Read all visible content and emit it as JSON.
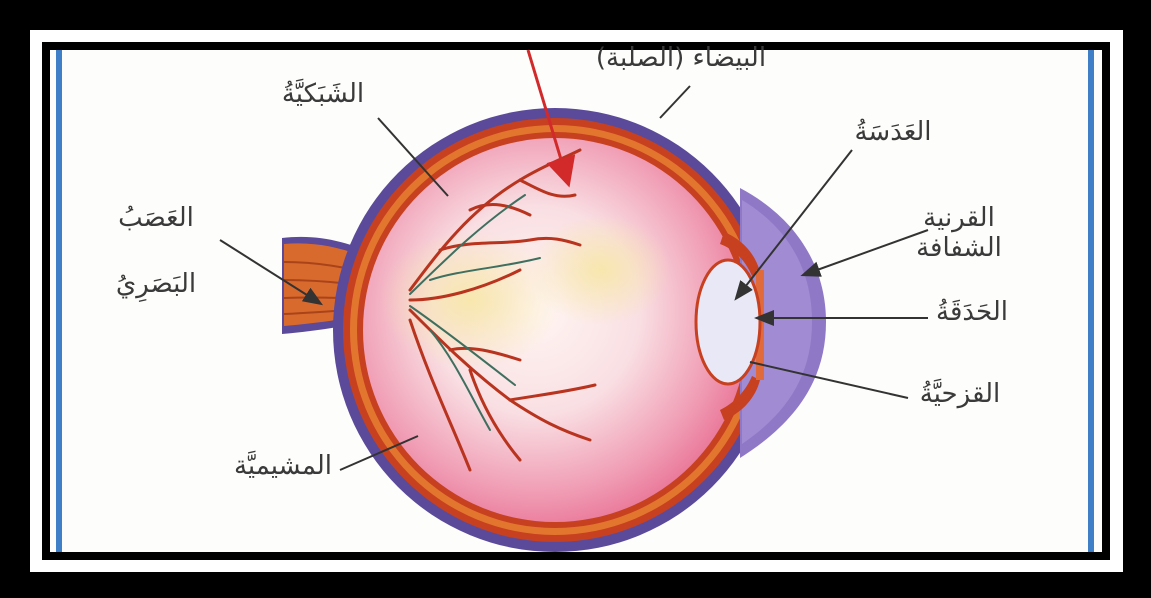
{
  "colors": {
    "frame_black": "#000000",
    "frame_white": "#ffffff",
    "blue_border": "#3f7fc8",
    "choroid_purple": "#5b4a9a",
    "retina_red": "#c7401f",
    "interior_pink": "#f2a3b8",
    "interior_yellow": "#f7e9b5",
    "cornea_violet": "#8f79c7",
    "lens_white": "#e9e8f6",
    "label_text": "#3a3a3a",
    "arrow_red": "#d22a2a"
  },
  "labels": {
    "sclera": "البيضاء (الصلبة)",
    "retina": "الشَبَكيَّةُ",
    "lens": "العَدَسَةُ",
    "cornea": "القرنية الشفافة",
    "optic_nerve_line1": "العَصَبُ",
    "optic_nerve_line2": "البَصَرِيُ",
    "pupil": "الحَدَقَةُ",
    "iris": "القزحيَّةُ",
    "choroid": "المشيميَّة"
  }
}
